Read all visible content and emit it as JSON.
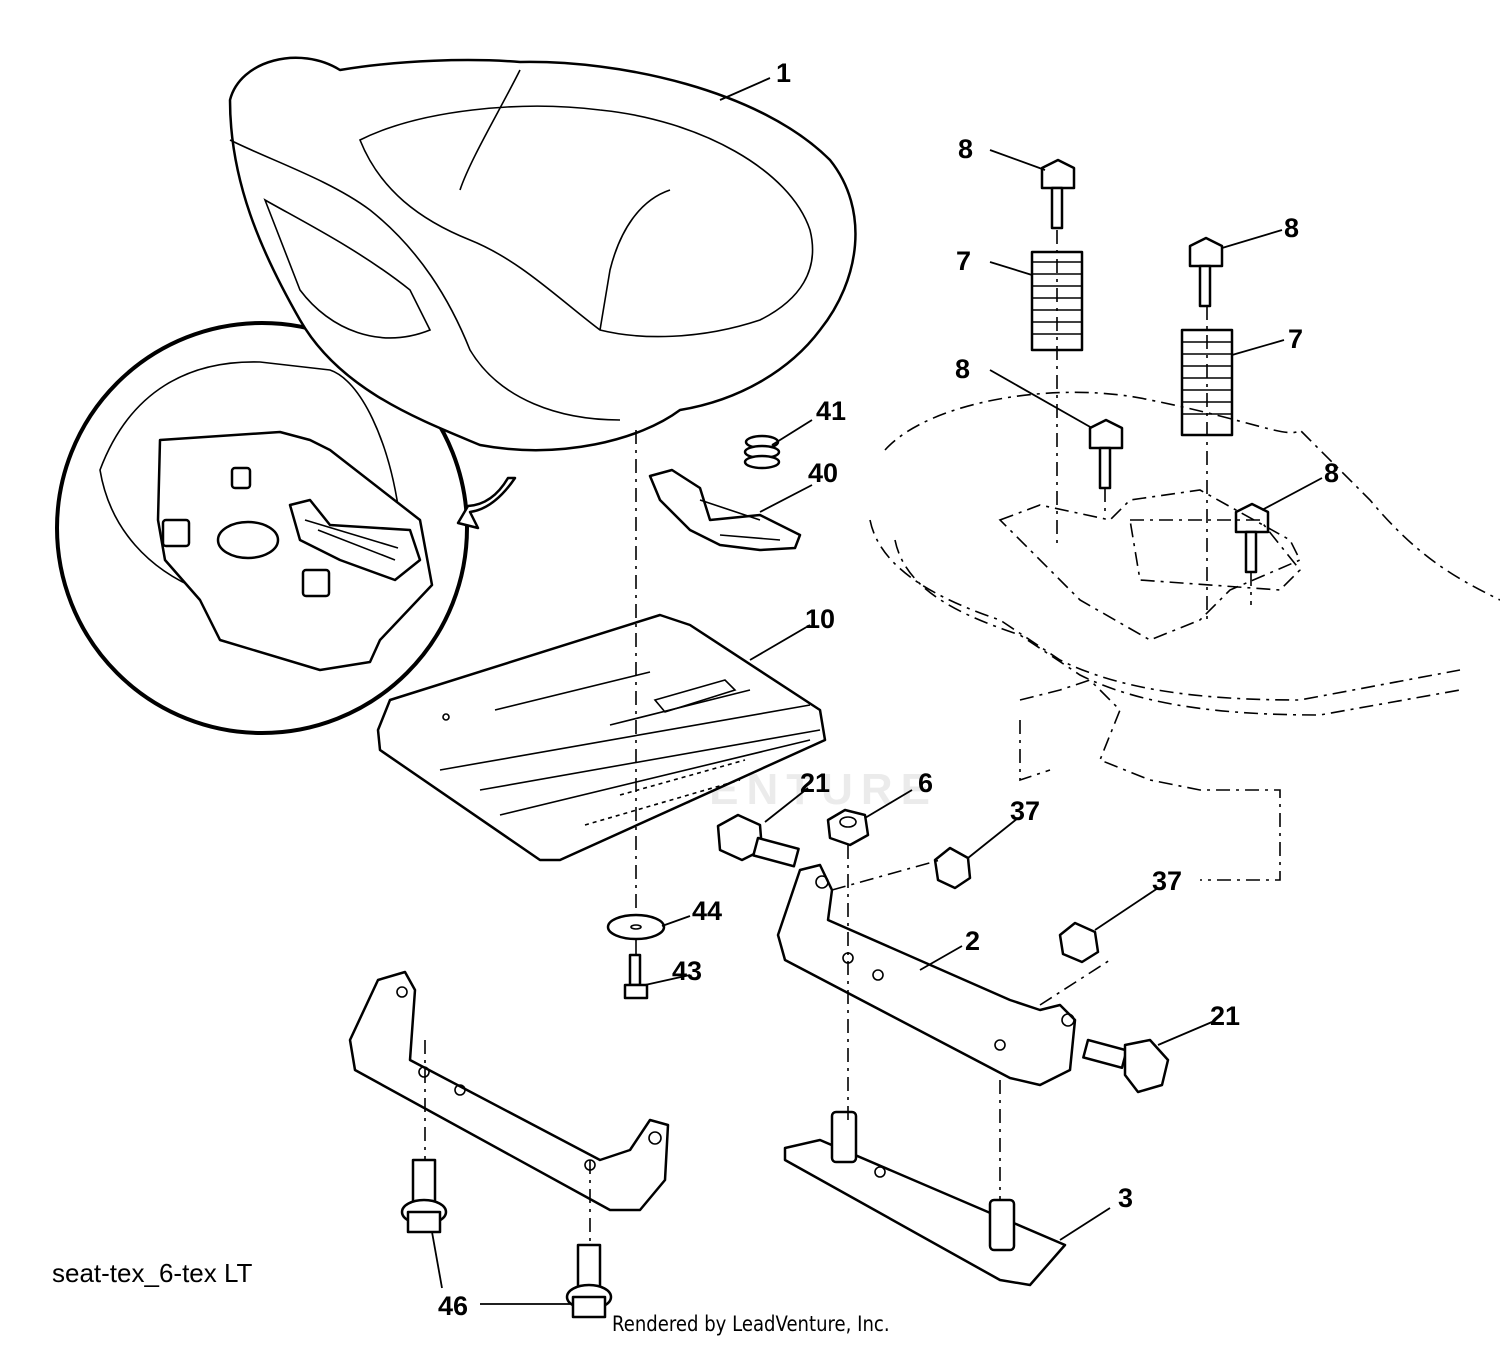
{
  "diagram": {
    "caption": "seat-tex_6-tex LT",
    "credit": "Rendered by LeadVenture, Inc.",
    "watermark": "LEADVENTURE",
    "callouts": [
      "1",
      "8",
      "8",
      "7",
      "7",
      "8",
      "8",
      "41",
      "40",
      "10",
      "21",
      "6",
      "37",
      "37",
      "44",
      "43",
      "2",
      "21",
      "3",
      "46"
    ]
  }
}
